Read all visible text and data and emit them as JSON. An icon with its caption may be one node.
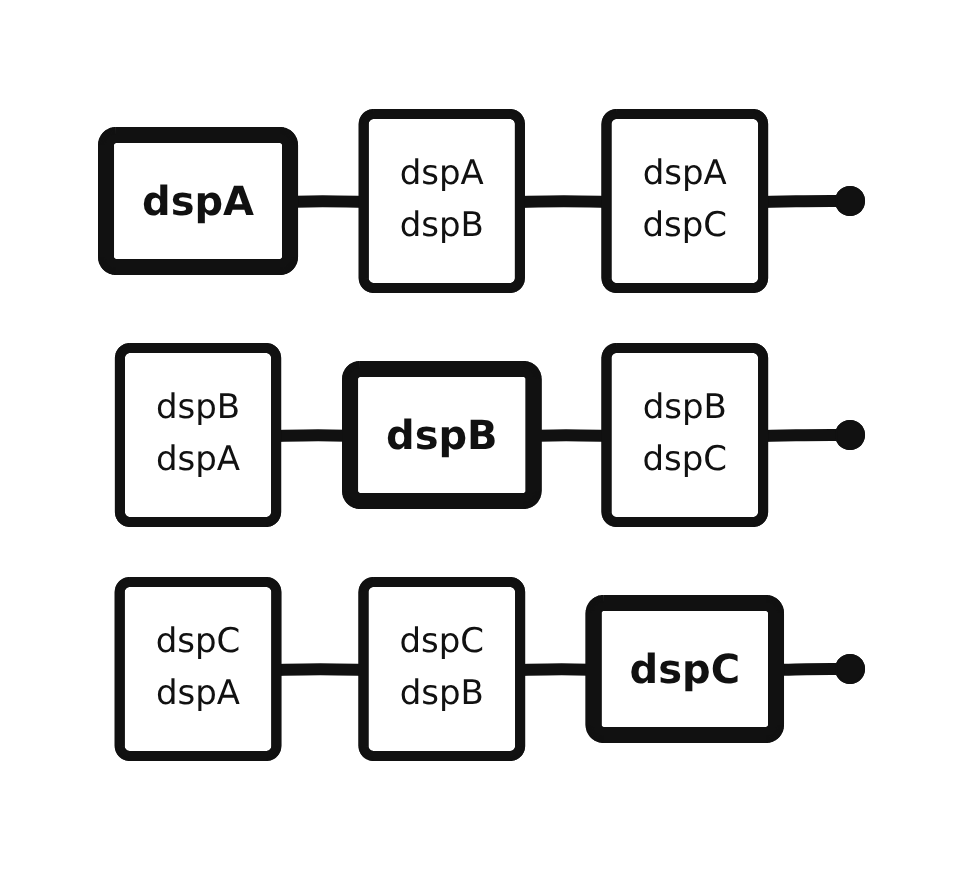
{
  "diagram": {
    "nodes": [
      {
        "text": [
          "dspA"
        ]
      },
      {
        "text": [
          "dspA",
          "dspB"
        ]
      },
      {
        "text": [
          "dspA",
          "dspC"
        ]
      },
      {
        "text": [],
        "shape": "circle"
      },
      {
        "text": [
          "dspB",
          "dspA"
        ]
      },
      {
        "text": [
          "dspB"
        ]
      },
      {
        "text": [
          "dspB",
          "dspC"
        ]
      },
      {
        "text": [],
        "shape": "circle"
      },
      {
        "text": [
          "dspC",
          "dspA"
        ]
      },
      {
        "text": [
          "dspC",
          "dspB"
        ]
      },
      {
        "text": [
          "dspC"
        ]
      },
      {
        "text": [],
        "shape": "circle"
      }
    ],
    "edges": [
      {
        "from": 0,
        "to": 1,
        "arrow": "none"
      },
      {
        "from": 1,
        "to": 2,
        "arrow": "none"
      },
      {
        "from": 2,
        "to": 3,
        "arrow": "none"
      },
      {
        "from": 4,
        "to": 5,
        "arrow": "none"
      },
      {
        "from": 5,
        "to": 6,
        "arrow": "none"
      },
      {
        "from": 6,
        "to": 7,
        "arrow": "none"
      },
      {
        "from": 8,
        "to": 9,
        "arrow": "none"
      },
      {
        "from": 9,
        "to": 10,
        "arrow": "none"
      },
      {
        "from": 10,
        "to": 11,
        "arrow": "none"
      }
    ]
  }
}
